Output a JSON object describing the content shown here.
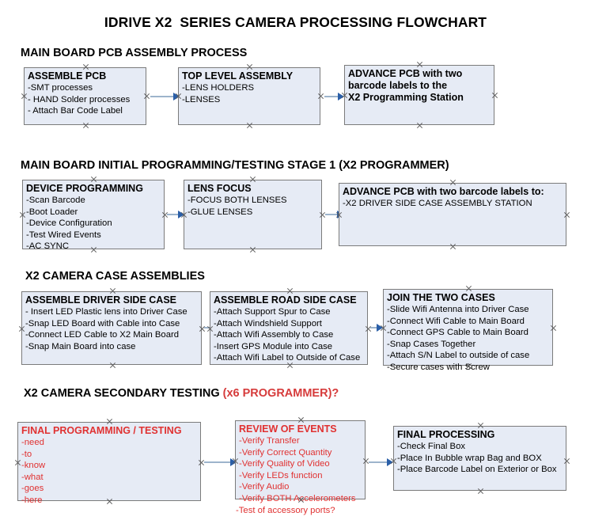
{
  "document": {
    "title": "IDRIVE X2  SERIES CAMERA PROCESSING FLOWCHART"
  },
  "sections": [
    {
      "id": "main-board-pcb-assembly",
      "heading": "MAIN BOARD PCB ASSEMBLY PROCESS",
      "heading_accent": ""
    },
    {
      "id": "main-board-initial-programming",
      "heading": "MAIN BOARD INITIAL PROGRAMMING/TESTING STAGE 1 (X2 PROGRAMMER)",
      "heading_accent": ""
    },
    {
      "id": "x2-camera-case-assemblies",
      "heading": "X2 CAMERA CASE ASSEMBLIES",
      "heading_accent": ""
    },
    {
      "id": "x2-camera-secondary-testing",
      "heading": "X2 CAMERA SECONDARY TESTING ",
      "heading_accent": "(x6 PROGRAMMER)?"
    }
  ],
  "nodes": {
    "assemble_pcb": {
      "title": "ASSEMBLE PCB",
      "lines": [
        "-SMT processes",
        "- HAND Solder processes",
        "- Attach Bar Code Label"
      ]
    },
    "top_level_assembly": {
      "title": "TOP LEVEL ASSEMBLY",
      "lines": [
        "-LENS HOLDERS",
        "-LENSES"
      ]
    },
    "advance_pcb_programming_station": {
      "title": "ADVANCE PCB with two\nbarcode labels to the\n X2 Programming Station",
      "lines": []
    },
    "device_programming": {
      "title": "DEVICE PROGRAMMING",
      "lines": [
        "-Scan Barcode",
        "-Boot Loader",
        "-Device Configuration",
        "-Test Wired Events",
        "-AC SYNC"
      ]
    },
    "lens_focus": {
      "title": "LENS FOCUS",
      "lines": [
        "-FOCUS BOTH LENSES",
        "-GLUE LENSES"
      ]
    },
    "advance_pcb_driver_side": {
      "title": "ADVANCE PCB with two barcode labels to:",
      "lines": [
        "-X2 DRIVER  SIDE  CASE  ASSEMBLY STATION"
      ]
    },
    "assemble_driver_side_case": {
      "title": "ASSEMBLE DRIVER SIDE CASE",
      "lines": [
        "- Insert LED Plastic lens into Driver Case",
        "-Snap LED Board with Cable into Case",
        "-Connect LED Cable to X2 Main Board",
        "-Snap Main Board into case"
      ]
    },
    "assemble_road_side_case": {
      "title": "ASSEMBLE ROAD SIDE CASE",
      "lines": [
        "-Attach Support Spur to Case",
        "-Attach Windshield Support",
        "-Attach Wifi Assembly to Case",
        "-Insert GPS Module into Case",
        "-Attach Wifi Label to Outside of Case"
      ]
    },
    "join_the_two_cases": {
      "title": "JOIN THE TWO CASES",
      "lines": [
        "-Slide Wifi Antenna into Driver Case",
        "-Connect Wifi Cable to Main Board",
        "-Connect GPS Cable to Main Board",
        "-Snap Cases Together",
        "-Attach S/N Label to outside of case",
        "-Secure cases with Screw"
      ]
    },
    "final_programming_testing": {
      "title": "FINAL PROGRAMMING / TESTING",
      "lines": [
        "-need",
        "-to",
        "-know",
        "-what",
        "-goes",
        "-here"
      ]
    },
    "review_of_events": {
      "title": "REVIEW OF EVENTS",
      "lines": [
        "-Verify Transfer",
        "-Verify Correct Quantity",
        "-Verify Quality of Video",
        "-Verify LEDs function",
        "-Verify Audio",
        "-Verify BOTH Accelerometers",
        "-Test of accessory ports?"
      ]
    },
    "final_processing": {
      "title": "FINAL PROCESSING",
      "lines": [
        " -Check Final Box",
        "-Place In Bubble wrap Bag and BOX",
        "-Place Barcode Label on Exterior or Box"
      ]
    }
  },
  "colors": {
    "box_fill": "#e6ebf5",
    "box_border": "#7b7b7b",
    "accent_red": "#e03131",
    "connector_line": "#9db4cc",
    "connector_head": "#2b5fa8"
  }
}
